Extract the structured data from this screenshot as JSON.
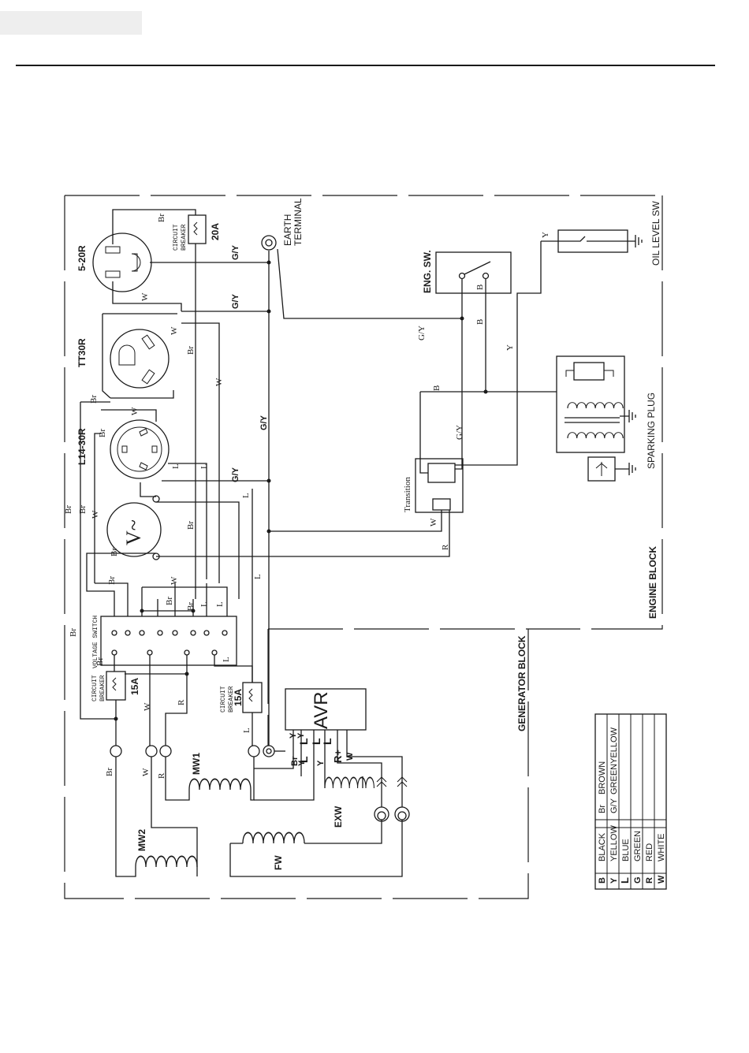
{
  "blocks": {
    "generator": "GENERATOR BLOCK",
    "engine": "ENGINE BLOCK"
  },
  "receptacles": {
    "r520": "5-20R",
    "tt30": "TT30R",
    "l1430": "L14-30R"
  },
  "components": {
    "earth_terminal_line1": "EARTH",
    "earth_terminal_line2": "TERMINAL",
    "breaker_20a_line1": "CIRCUIT",
    "breaker_20a_line2": "BREAKER",
    "breaker_20a_rating": "20A",
    "breaker_15a_left_line1": "CIRCUIT",
    "breaker_15a_left_line2": "BREAKER",
    "breaker_15a_left_rating": "15A",
    "breaker_15a_mid_line1": "CIRCUIT",
    "breaker_15a_mid_line2": "BREAKER",
    "breaker_15a_mid_rating": "15A",
    "voltage_switch": "VOLTAGE SWITCH",
    "voltmeter": "V~",
    "avr": "AVR",
    "eng_sw": "ENG. SW.",
    "oil_level_sw": "OIL LEVEL SW",
    "sparking_plug": "SPARKING PLUG",
    "transition": "Transition",
    "coil_mw1": "MW1",
    "coil_mw2": "MW2",
    "coil_exw": "EXW",
    "coil_fw": "FW"
  },
  "wire_labels": {
    "gy": "G/Y",
    "br": "Br",
    "w": "W",
    "l": "L",
    "b": "B",
    "y": "Y",
    "r": "R",
    "r_plus": "R+"
  },
  "legend": {
    "rows": [
      {
        "code": "B",
        "color": "BLACK",
        "code2": "Br",
        "color2": "BROWN"
      },
      {
        "code": "Y",
        "color": "YELLOW",
        "code2": "G/Y",
        "color2": "GREENYELLOW"
      },
      {
        "code": "L",
        "color": "BLUE",
        "code2": "",
        "color2": ""
      },
      {
        "code": "G",
        "color": "GREEN",
        "code2": "",
        "color2": ""
      },
      {
        "code": "R",
        "color": "RED",
        "code2": "",
        "color2": ""
      },
      {
        "code": "W",
        "color": "WHITE",
        "code2": "",
        "color2": ""
      }
    ]
  }
}
